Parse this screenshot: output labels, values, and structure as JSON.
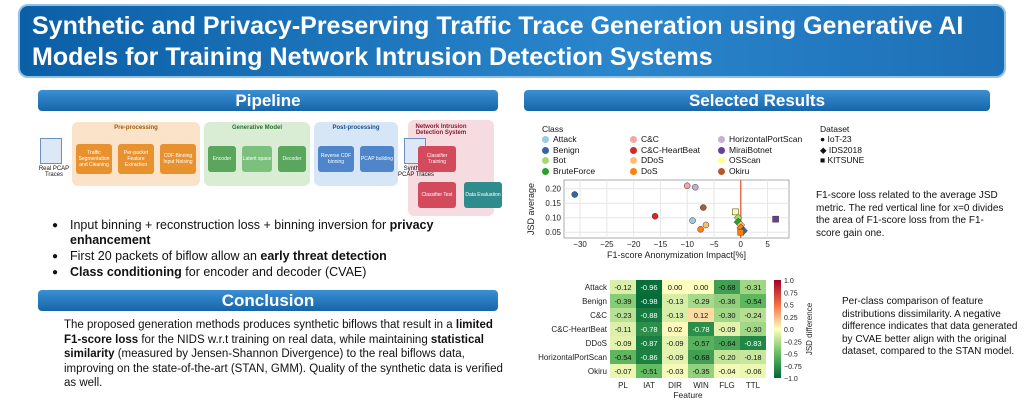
{
  "title": "Synthetic and Privacy-Preserving Traffic Trace Generation using Generative AI Models for Training Network Intrusion Detection Systems",
  "pipeline": {
    "heading": "Pipeline",
    "stages": {
      "pre": "Pre-processing",
      "gen": "Generative Model",
      "post": "Post-processing",
      "nids": "Network Intrusion Detection System"
    },
    "boxes": {
      "seg": "Traffic Segmentation and Cleaning",
      "feat": "Per-packet Feature Extraction",
      "cdf": "CDF Binning Input Noising",
      "enc": "Encoder",
      "lat": "Latent space",
      "dec": "Decoder",
      "rev": "Reverse CDF binning",
      "pcap": "PCAP building",
      "ctrain": "Classifier Training",
      "ctest": "Classifier Test",
      "eval": "Data Evaluation"
    },
    "labels": {
      "real": "Real PCAP Traces",
      "synth": "Synthetic PCAP Traces"
    },
    "bullets": [
      {
        "pre": "Input binning + reconstruction loss + binning inversion for ",
        "bold": "privacy enhancement",
        "post": ""
      },
      {
        "pre": "First 20 packets of biflow allow an ",
        "bold": "early threat detection",
        "post": ""
      },
      {
        "pre": "",
        "bold": "Class conditioning",
        "post": " for encoder and decoder (CVAE)"
      }
    ]
  },
  "conclusion": {
    "heading": "Conclusion",
    "p1": "The proposed generation methods produces synthetic biflows that result in a ",
    "b1": "limited F1-score loss",
    "p2": " for the NIDS w.r.t training on real data, while maintaining ",
    "b2": "statistical similarity",
    "p3": " (measured by Jensen-Shannon Divergence) to the real biflows data, improving on the state-of-the-art (STAN, GMM). Quality of the synthetic data is verified as well."
  },
  "results": {
    "heading": "Selected Results",
    "legend_class_title": "Class",
    "legend_dataset_title": "Dataset",
    "classes": [
      {
        "name": "Attack",
        "color": "#9ecae1"
      },
      {
        "name": "Benign",
        "color": "#3465a4"
      },
      {
        "name": "Bot",
        "color": "#a6d96a"
      },
      {
        "name": "BruteForce",
        "color": "#2ca02c"
      },
      {
        "name": "C&C",
        "color": "#f4a6a6"
      },
      {
        "name": "C&C-HeartBeat",
        "color": "#d62728"
      },
      {
        "name": "DDoS",
        "color": "#fdbf6f"
      },
      {
        "name": "DoS",
        "color": "#ff7f0e"
      },
      {
        "name": "HorizontalPortScan",
        "color": "#c5b0d5"
      },
      {
        "name": "MiraiBotnet",
        "color": "#6a3d9a"
      },
      {
        "name": "OSScan",
        "color": "#ffff99"
      },
      {
        "name": "Okiru",
        "color": "#b15928"
      }
    ],
    "datasets": [
      {
        "name": "IoT-23",
        "marker": "circle"
      },
      {
        "name": "IDS2018",
        "marker": "diamond"
      },
      {
        "name": "KITSUNE",
        "marker": "square"
      }
    ],
    "scatter_note": "F1-score loss related to the average JSD metric. The red vertical line for x=0 divides the area of F1-score loss from the F1-score gain one.",
    "heatmap_note": "Per-class comparison of feature distributions dissimilarity. A negative difference indicates that data generated by CVAE better align with the original dataset, compared to the STAN model."
  },
  "chart_data": [
    {
      "type": "scatter",
      "xlabel": "F1-score Anonymization Impact[%]",
      "ylabel": "JSD average",
      "xlim": [
        -33,
        9
      ],
      "ylim": [
        0.03,
        0.23
      ],
      "xticks": [
        -30,
        -25,
        -20,
        -15,
        -10,
        -5,
        0,
        5
      ],
      "yticks": [
        0.05,
        0.1,
        0.15,
        0.2
      ],
      "vline_x": 0,
      "points": [
        {
          "x": -31,
          "y": 0.18,
          "class": "Benign",
          "dataset": "IoT-23"
        },
        {
          "x": -16,
          "y": 0.105,
          "class": "C&C-HeartBeat",
          "dataset": "IoT-23"
        },
        {
          "x": -10,
          "y": 0.21,
          "class": "C&C",
          "dataset": "IoT-23"
        },
        {
          "x": -8.5,
          "y": 0.205,
          "class": "HorizontalPortScan",
          "dataset": "IoT-23"
        },
        {
          "x": -9,
          "y": 0.09,
          "class": "Attack",
          "dataset": "IoT-23"
        },
        {
          "x": -7,
          "y": 0.135,
          "class": "Okiru",
          "dataset": "IoT-23"
        },
        {
          "x": -6.5,
          "y": 0.075,
          "class": "DDoS",
          "dataset": "IoT-23"
        },
        {
          "x": -7.5,
          "y": 0.06,
          "class": "DoS",
          "dataset": "IoT-23"
        },
        {
          "x": -1,
          "y": 0.12,
          "class": "OSScan",
          "dataset": "KITSUNE"
        },
        {
          "x": -0.5,
          "y": 0.1,
          "class": "Bot",
          "dataset": "IDS2018"
        },
        {
          "x": -0.5,
          "y": 0.085,
          "class": "BruteForce",
          "dataset": "IDS2018"
        },
        {
          "x": 0,
          "y": 0.075,
          "class": "DDoS",
          "dataset": "IDS2018"
        },
        {
          "x": 0,
          "y": 0.065,
          "class": "DoS",
          "dataset": "IDS2018"
        },
        {
          "x": 0.5,
          "y": 0.055,
          "class": "Benign",
          "dataset": "IDS2018"
        },
        {
          "x": 0,
          "y": 0.05,
          "class": "DoS",
          "dataset": "KITSUNE"
        },
        {
          "x": 6.5,
          "y": 0.095,
          "class": "MiraiBotnet",
          "dataset": "KITSUNE"
        }
      ]
    },
    {
      "type": "heatmap",
      "xlabel": "Feature",
      "ylabel": "JSD difference",
      "rows": [
        "Attack",
        "Benign",
        "C&C",
        "C&C-HeartBeat",
        "DDoS",
        "HorizontalPortScan",
        "Okiru"
      ],
      "cols": [
        "PL",
        "IAT",
        "DIR",
        "WIN",
        "FLG",
        "TTL"
      ],
      "values": [
        [
          -0.12,
          -0.96,
          0.0,
          0.0,
          -0.68,
          -0.31
        ],
        [
          -0.39,
          -0.98,
          -0.13,
          -0.29,
          -0.36,
          -0.54
        ],
        [
          -0.23,
          -0.88,
          -0.13,
          0.12,
          -0.3,
          -0.24
        ],
        [
          -0.11,
          -0.78,
          0.02,
          -0.78,
          -0.09,
          -0.3
        ],
        [
          -0.09,
          -0.87,
          -0.09,
          -0.57,
          -0.64,
          -0.83
        ],
        [
          -0.54,
          -0.86,
          -0.09,
          -0.68,
          -0.2,
          -0.18
        ],
        [
          -0.07,
          -0.51,
          -0.03,
          -0.35,
          -0.04,
          -0.06
        ]
      ],
      "display": [
        [
          "-0.12",
          "-0.96",
          "0.00",
          "0.00",
          "-0.68",
          "-0.31"
        ],
        [
          "-0.39",
          "-0.98",
          "-0.13",
          "-0.29",
          "-0.36",
          "-0.54"
        ],
        [
          "-0.23",
          "-0.88",
          "-0.13",
          "0.12",
          "-0.30",
          "-0.24"
        ],
        [
          "-0.11",
          "-0.78",
          "0.02",
          "-0.78",
          "-0.09",
          "-0.30"
        ],
        [
          "-0.09",
          "-0.87",
          "-0.09",
          "-0.57",
          "-0.64",
          "-0.83"
        ],
        [
          "-0.54",
          "-0.86",
          "-0.09",
          "-0.68",
          "-0.20",
          "-0.18"
        ],
        [
          "-0.07",
          "-0.51",
          "-0.03",
          "-0.35",
          "-0.04",
          "-0.06"
        ]
      ],
      "colorbar_ticks": [
        "1.0",
        "0.75",
        "0.5",
        "0.25",
        "0.0",
        "−0.25",
        "−0.5",
        "−0.75",
        "−1.0"
      ],
      "vmin": -1,
      "vmax": 1
    }
  ]
}
